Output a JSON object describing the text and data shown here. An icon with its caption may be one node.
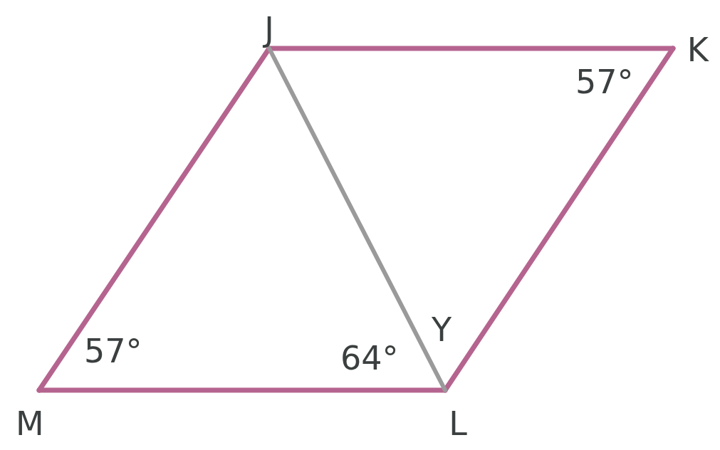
{
  "diagram": {
    "nodes": [
      {
        "text": [
          "J"
        ]
      },
      {
        "text": [
          "K"
        ],
        "beside": [
          "57°"
        ]
      },
      {
        "text": [
          "M"
        ],
        "beside": [
          "57°"
        ]
      },
      {
        "text": [
          "L"
        ],
        "beside": [
          "64°",
          "Y"
        ]
      }
    ],
    "edges": [
      {
        "from": 0,
        "to": 1,
        "arrow": "none"
      },
      {
        "from": 1,
        "to": 3,
        "arrow": "none"
      },
      {
        "from": 3,
        "to": 2,
        "arrow": "none"
      },
      {
        "from": 2,
        "to": 0,
        "arrow": "none"
      },
      {
        "from": 0,
        "to": 3,
        "arrow": "none",
        "color": "#9a9a9a"
      }
    ]
  }
}
